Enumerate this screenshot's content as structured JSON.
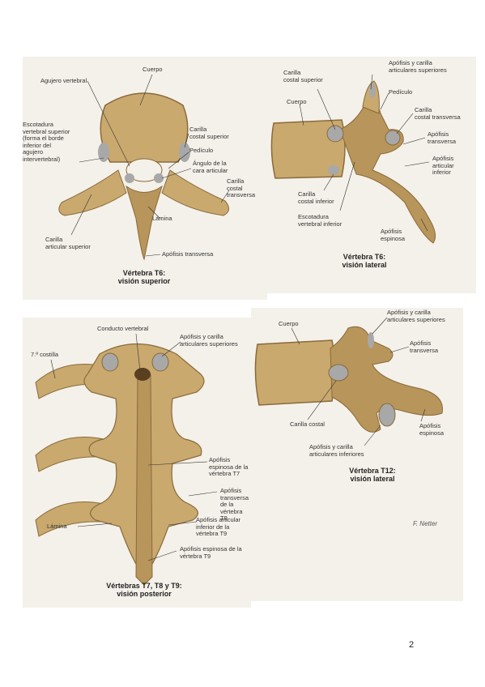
{
  "page_number": "2",
  "figures": {
    "t6_superior": {
      "caption": "Vértebra T6:\nvisión superior",
      "labels": {
        "cuerpo": "Cuerpo",
        "agujero_vertebral": "Agujero vertebral",
        "escotadura": "Escotadura\nvertebral superior\n(forma el borde\ninferior del\nagujero\nintervertebral)",
        "carilla_costal_superior": "Carilla\ncostal superior",
        "pediculo": "Pedículo",
        "angulo": "Ángulo de la\ncara articular",
        "carilla_costal_transversa": "Carilla\ncostal transversa",
        "lamina": "Lámina",
        "carilla_articular_superior": "Carilla\narticular superior",
        "apofisis_transversa": "Apófisis transversa"
      }
    },
    "t6_lateral": {
      "caption": "Vértebra T6:\nvisión lateral",
      "labels": {
        "apofisis_carilla_sup": "Apófisis y carilla\narticulares superiores",
        "carilla_costal_superior": "Carilla\ncostal superior",
        "pediculo": "Pedículo",
        "cuerpo": "Cuerpo",
        "carilla_costal_transversa": "Carilla\ncostal transversa",
        "apofisis_transversa": "Apófisis\ntransversa",
        "apofisis_articular_inferior": "Apófisis\narticular\ninferior",
        "carilla_costal_inferior": "Carilla\ncostal inferior",
        "escotadura_inferior": "Escotadura\nvertebral inferior",
        "apofisis_espinosa": "Apófisis\nespinosa"
      }
    },
    "t7_t9_posterior": {
      "caption": "Vértebras T7, T8 y T9:\nvisión posterior",
      "labels": {
        "conducto_vertebral": "Conducto vertebral",
        "apofisis_carilla_sup": "Apófisis y carilla\narticulares superiores",
        "costilla": "7.ª costilla",
        "espinosa_t7": "Apófisis espinosa de la\nvértebra T7",
        "transversa_t9": "Apófisis transversa de la\nvértebra T9",
        "articular_inf_t9": "Apófisis articular inferior de la\nvértebra T9",
        "lamina": "Lámina",
        "espinosa_t9": "Apófisis espinosa de la\nvértebra T9"
      }
    },
    "t12_lateral": {
      "caption": "Vértebra T12:\nvisión lateral",
      "labels": {
        "apofisis_carilla_sup": "Apófisis y carilla\narticulares superiores",
        "cuerpo": "Cuerpo",
        "apofisis_transversa": "Apófisis\ntransversa",
        "carilla_costal": "Carilla costal",
        "apofisis_espinosa": "Apófisis\nespinosa",
        "apofisis_carilla_inf": "Apófisis y carilla\narticulares inferiores"
      }
    }
  },
  "signature": "F. Netter",
  "colors": {
    "bone": "#c9a96e",
    "bone_dark": "#8a6a3a",
    "facet": "#a8a8a8",
    "panel_bg": "#f4f1ea"
  }
}
